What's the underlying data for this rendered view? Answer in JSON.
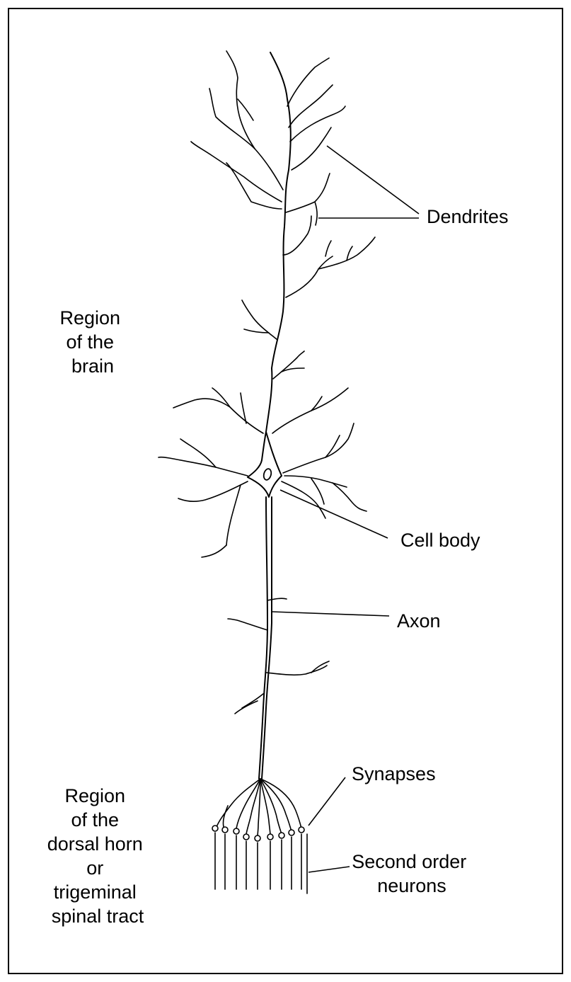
{
  "labels": {
    "dendrites": "Dendrites",
    "region_brain": [
      "Region",
      "of the",
      "brain"
    ],
    "cell_body": "Cell body",
    "axon": "Axon",
    "synapses": "Synapses",
    "region_dorsal": [
      "Region",
      "of the",
      "dorsal horn",
      "or",
      "trigeminal",
      "spinal tract"
    ],
    "second_order": [
      "Second order",
      "neurons"
    ]
  }
}
